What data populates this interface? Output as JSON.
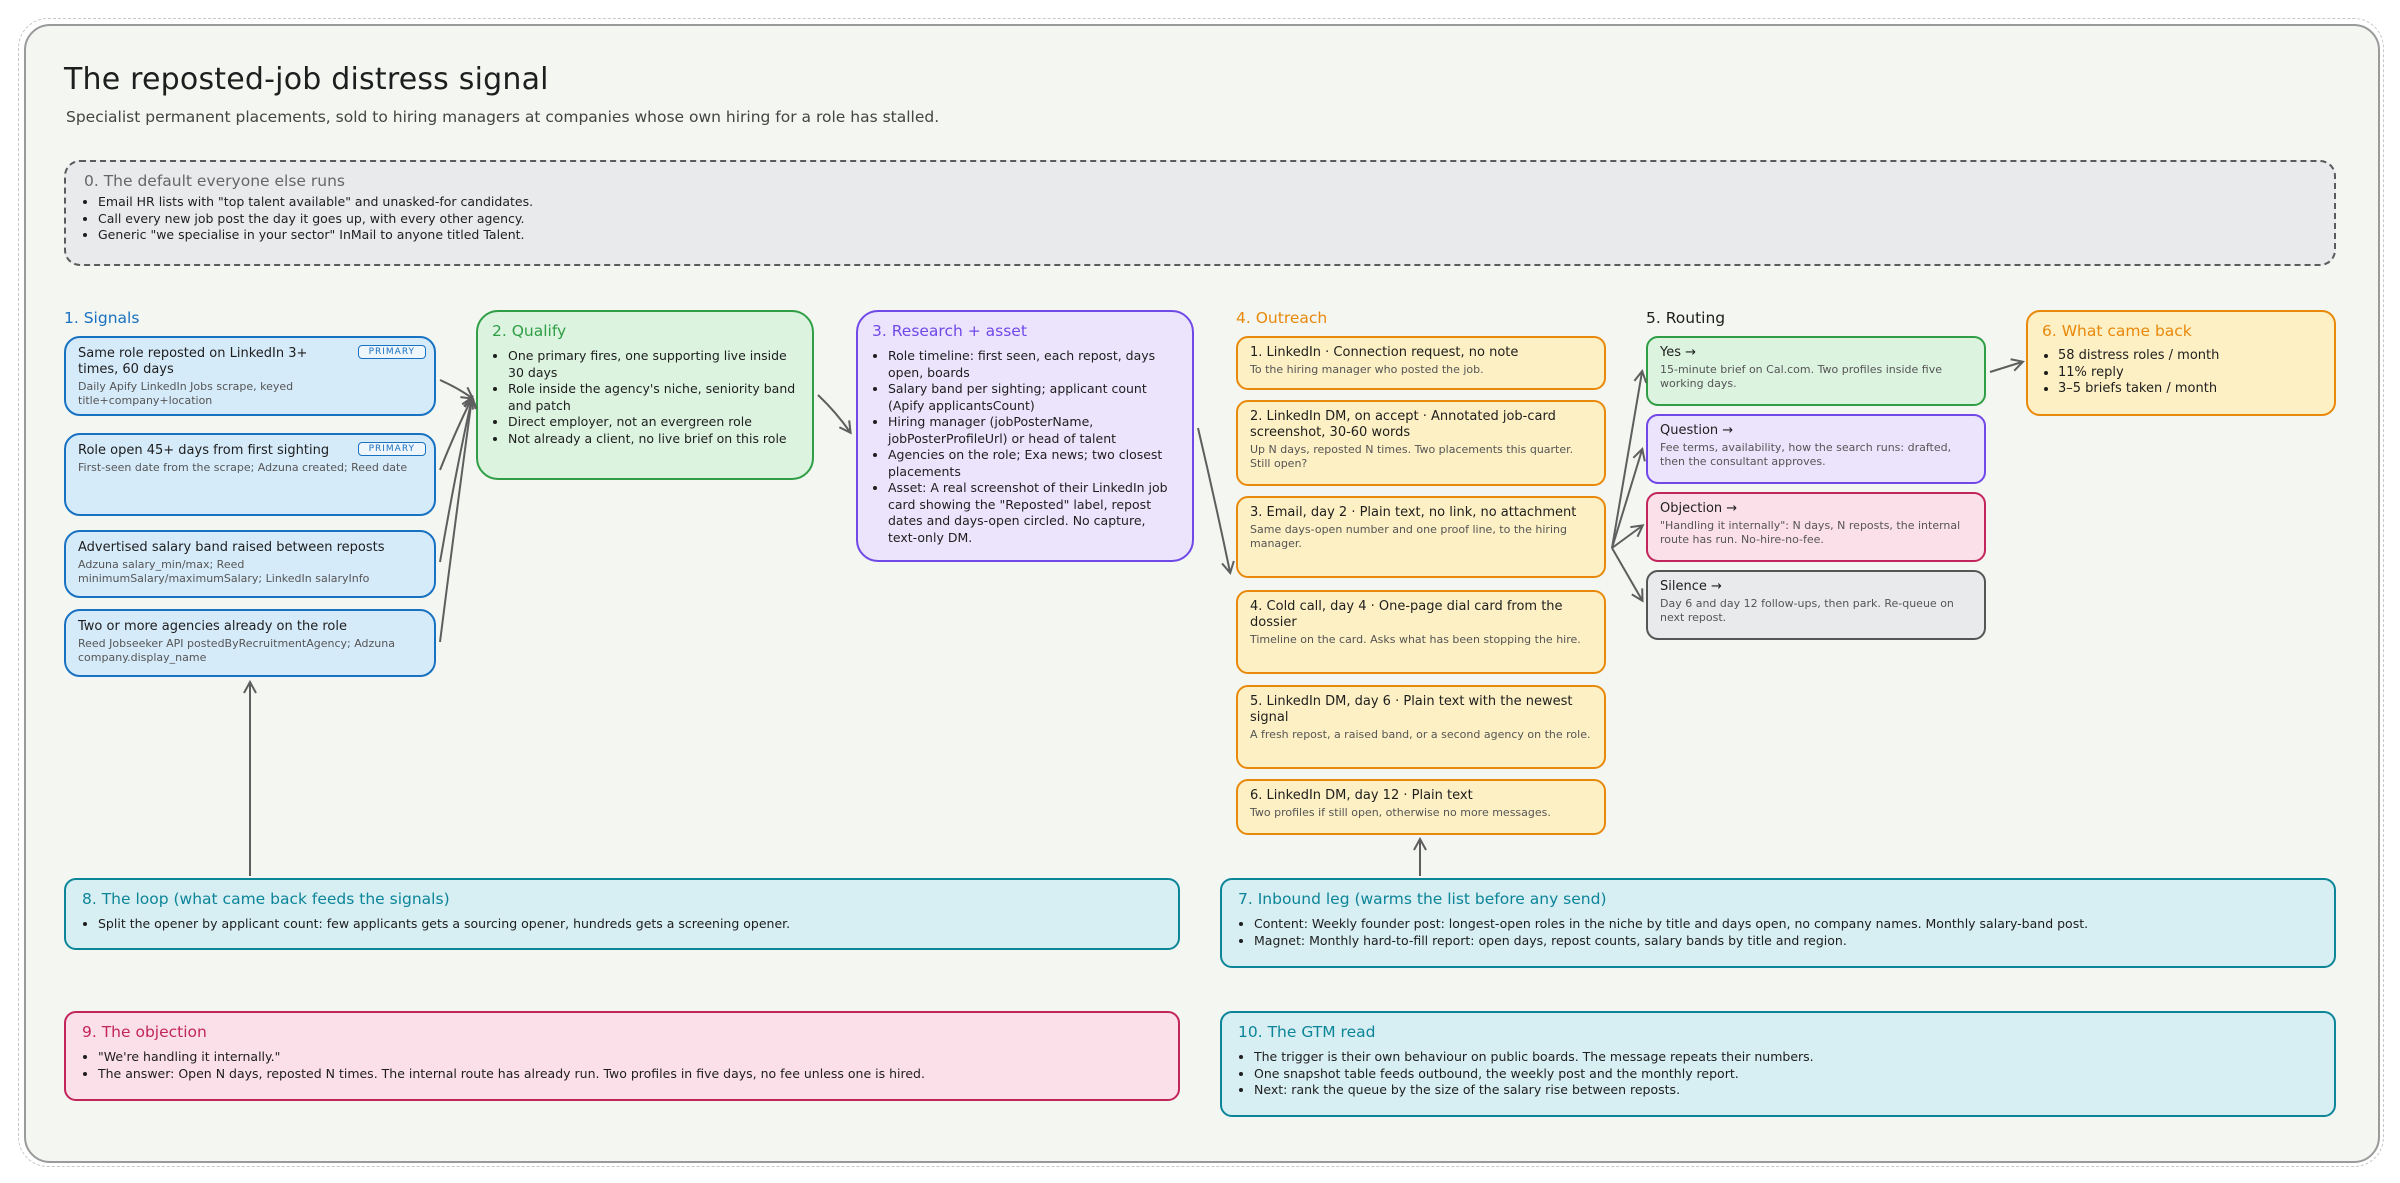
{
  "header": {
    "title": "The reposted-job distress signal",
    "subtitle": "Specialist permanent placements, sold to hiring managers at companies whose own hiring for a role has stalled."
  },
  "default_box": {
    "title": "0. The default everyone else runs",
    "items": [
      "Email HR lists with \"top talent available\" and unasked-for candidates.",
      "Call every new job post the day it goes up, with every other agency.",
      "Generic \"we specialise in your sector\" InMail to anyone titled Talent."
    ]
  },
  "signals": {
    "label": "1. Signals",
    "cards": [
      {
        "title": "Same role reposted on LinkedIn 3+ times, 60 days",
        "sub": "Daily Apify LinkedIn Jobs scrape, keyed title+company+location",
        "badge": "PRIMARY"
      },
      {
        "title": "Role open 45+ days from first sighting",
        "sub": "First-seen date from the scrape; Adzuna created; Reed date",
        "badge": "PRIMARY"
      },
      {
        "title": "Advertised salary band raised between reposts",
        "sub": "Adzuna salary_min/max; Reed minimumSalary/maximumSalary; LinkedIn salaryInfo",
        "badge": ""
      },
      {
        "title": "Two or more agencies already on the role",
        "sub": "Reed Jobseeker API postedByRecruitmentAgency; Adzuna company.display_name",
        "badge": ""
      }
    ]
  },
  "qualify": {
    "title": "2. Qualify",
    "items": [
      "One primary fires, one supporting live inside 30 days",
      "Role inside the agency's niche, seniority band and patch",
      "Direct employer, not an evergreen role",
      "Not already a client, no live brief on this role"
    ]
  },
  "research": {
    "title": "3. Research + asset",
    "items": [
      "Role timeline: first seen, each repost, days open, boards",
      "Salary band per sighting; applicant count (Apify applicantsCount)",
      "Hiring manager (jobPosterName, jobPosterProfileUrl) or head of talent",
      "Agencies on the role; Exa news; two closest placements",
      "Asset: A real screenshot of their LinkedIn job card showing the \"Reposted\" label, repost dates and days-open circled. No capture, text-only DM."
    ]
  },
  "outreach": {
    "label": "4. Outreach",
    "steps": [
      {
        "title": "1. LinkedIn · Connection request, no note",
        "sub": "To the hiring manager who posted the job."
      },
      {
        "title": "2. LinkedIn DM, on accept · Annotated job-card screenshot, 30-60 words",
        "sub": "Up N days, reposted N times. Two placements this quarter. Still open?"
      },
      {
        "title": "3. Email, day 2 · Plain text, no link, no attachment",
        "sub": "Same days-open number and one proof line, to the hiring manager."
      },
      {
        "title": "4. Cold call, day 4 · One-page dial card from the dossier",
        "sub": "Timeline on the card. Asks what has been stopping the hire."
      },
      {
        "title": "5. LinkedIn DM, day 6 · Plain text with the newest signal",
        "sub": "A fresh repost, a raised band, or a second agency on the role."
      },
      {
        "title": "6. LinkedIn DM, day 12 · Plain text",
        "sub": "Two profiles if still open, otherwise no more messages."
      }
    ]
  },
  "routing": {
    "label": "5. Routing",
    "cards": [
      {
        "title": "Yes →",
        "sub": "15-minute brief on Cal.com. Two profiles inside five working days."
      },
      {
        "title": "Question →",
        "sub": "Fee terms, availability, how the search runs: drafted, then the consultant approves."
      },
      {
        "title": "Objection →",
        "sub": "\"Handling it internally\": N days, N reposts, the internal route has run. No-hire-no-fee."
      },
      {
        "title": "Silence →",
        "sub": "Day 6 and day 12 follow-ups, then park. Re-queue on next repost."
      }
    ]
  },
  "results": {
    "title": "6. What came back",
    "items": [
      "58 distress roles / month",
      "11% reply",
      "3–5 briefs taken / month"
    ]
  },
  "inbound": {
    "title": "7. Inbound leg (warms the list before any send)",
    "items": [
      "Content: Weekly founder post: longest-open roles in the niche by title and days open, no company names. Monthly salary-band post.",
      "Magnet: Monthly hard-to-fill report: open days, repost counts, salary bands by title and region."
    ]
  },
  "loop": {
    "title": "8. The loop (what came back feeds the signals)",
    "items": [
      "Split the opener by applicant count: few applicants gets a sourcing opener, hundreds gets a screening opener."
    ]
  },
  "objection": {
    "title": "9. The objection",
    "items": [
      "\"We're handling it internally.\"",
      "The answer: Open N days, reposted N times. The internal route has already run. Two profiles in five days, no fee unless one is hired."
    ]
  },
  "gtm": {
    "title": "10. The GTM read",
    "items": [
      "The trigger is their own behaviour on public boards. The message repeats their numbers.",
      "One snapshot table feeds outbound, the weekly post and the monthly report.",
      "Next: rank the queue by the size of the salary rise between reposts."
    ]
  },
  "colors": {
    "blue_stroke": "#1971c2",
    "blue_fill": "#d6ebfa",
    "green_stroke": "#2f9e44",
    "green_fill": "#dcf3e0",
    "violet_stroke": "#7048e8",
    "violet_fill": "#ebe4fc",
    "orange_stroke": "#e8890c",
    "orange_fill": "#fdf0c4",
    "pink_stroke": "#c2255c",
    "pink_fill": "#fbe0ea",
    "gray_stroke": "#555555",
    "gray_fill": "#e9eaec",
    "teal_stroke": "#0c8599",
    "teal_fill": "#d7eef2"
  }
}
